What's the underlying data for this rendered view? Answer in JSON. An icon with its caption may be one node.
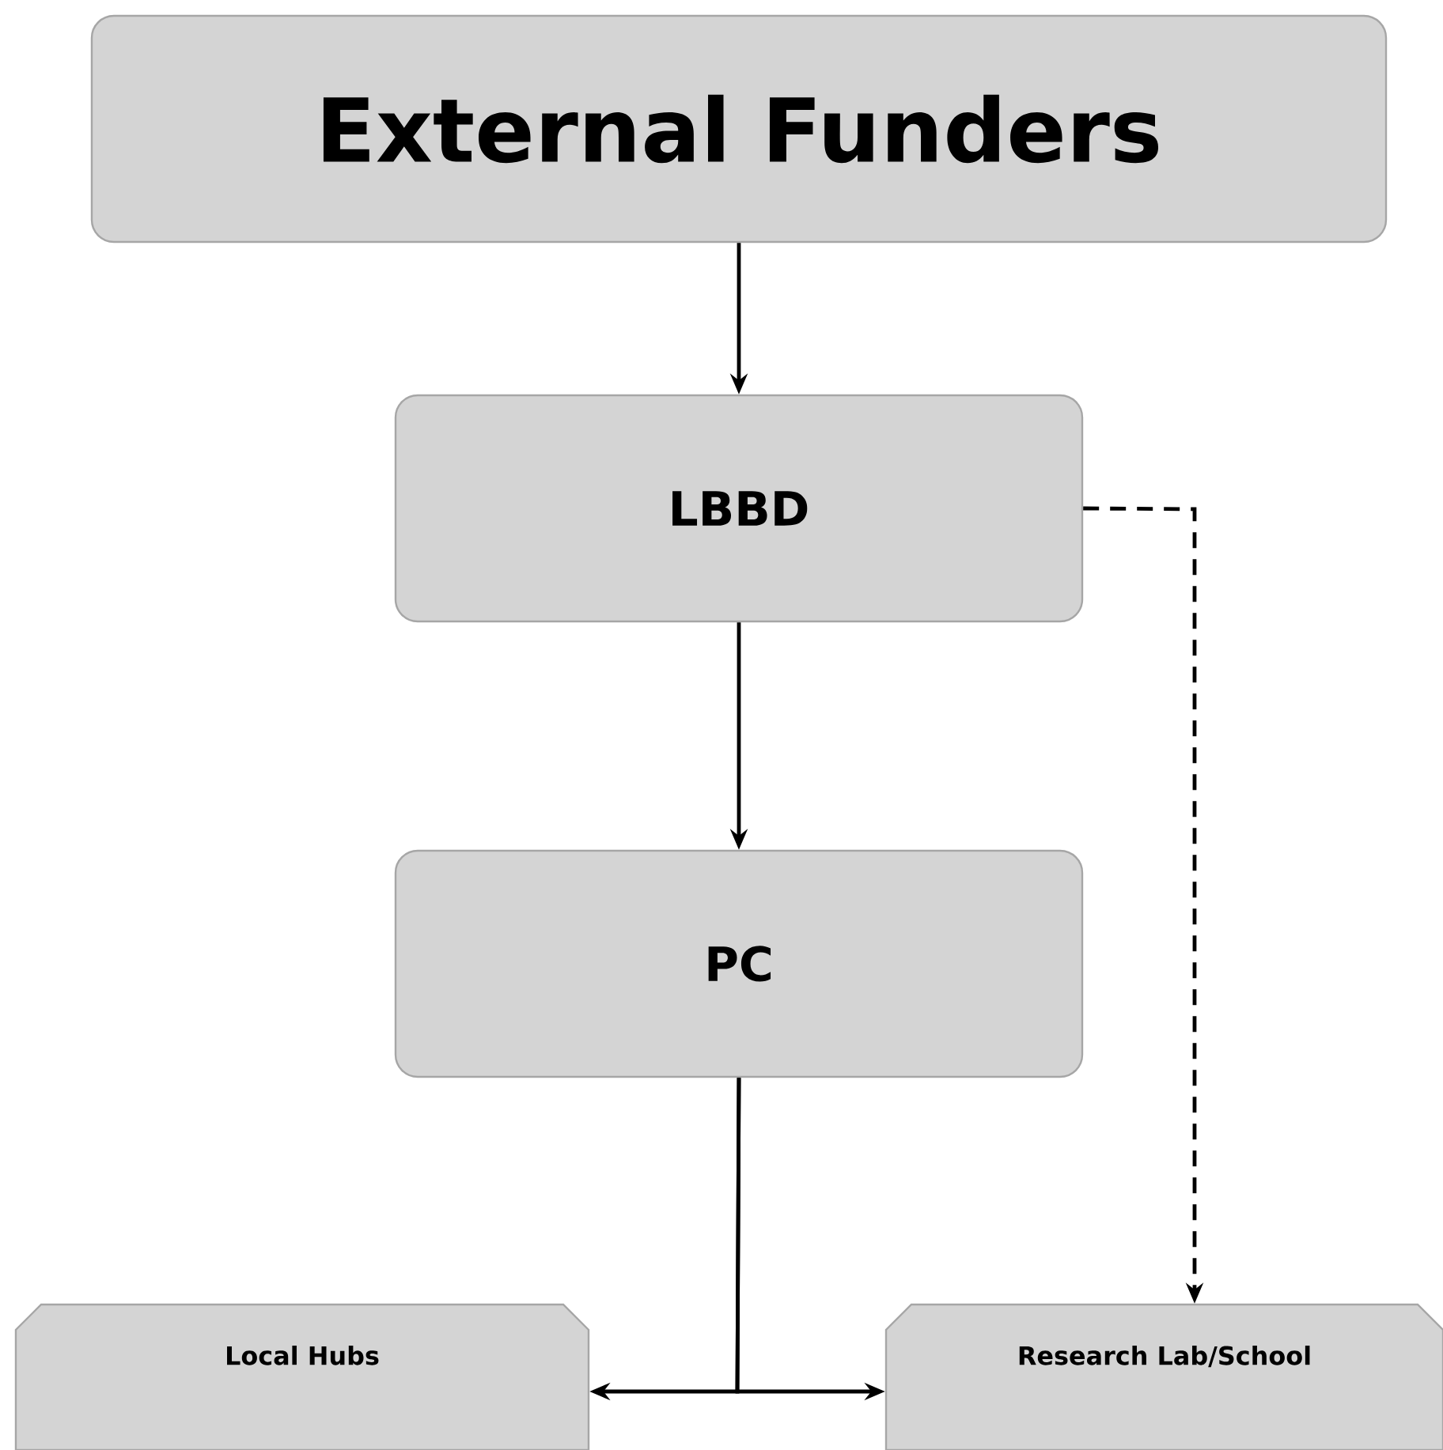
{
  "diagram": {
    "nodes": [
      {
        "text": [
          "External Funders"
        ]
      },
      {
        "text": [
          "LBBD"
        ]
      },
      {
        "text": [
          "PC"
        ]
      },
      {
        "text": [
          "Local Hubs"
        ]
      },
      {
        "text": [
          "Research Lab/School"
        ]
      }
    ],
    "edges": [
      {
        "from": 0,
        "to": 1,
        "arrow": "to"
      },
      {
        "from": 1,
        "to": 2,
        "arrow": "to"
      },
      {
        "from": 1,
        "to": 4,
        "arrow": "to",
        "style": "dashed"
      },
      {
        "from": 2,
        "to": 3,
        "arrow": "to"
      },
      {
        "from": 2,
        "to": 4,
        "arrow": "to"
      }
    ]
  }
}
